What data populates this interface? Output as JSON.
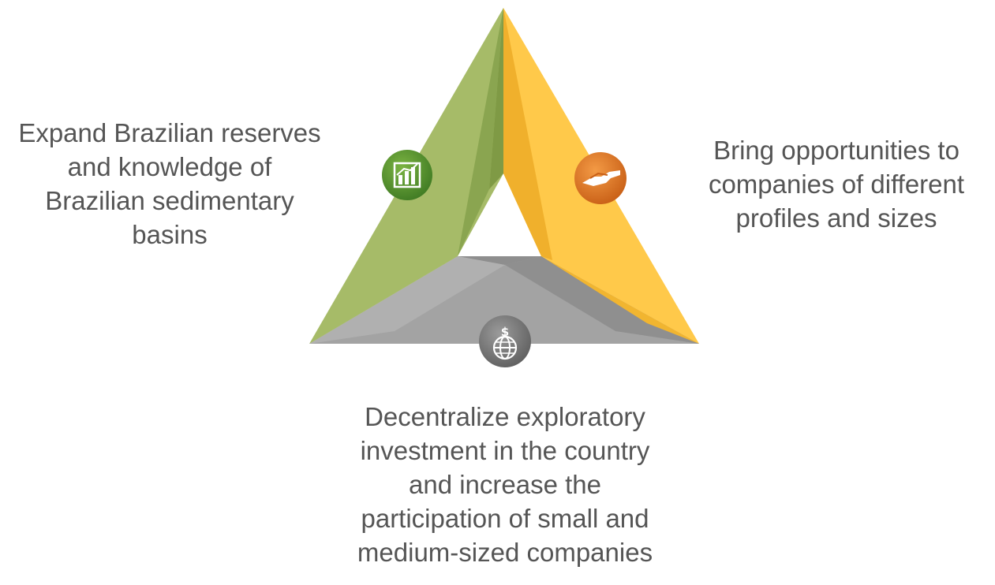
{
  "labels": {
    "left": [
      "Expand Brazilian reserves",
      "and knowledge of",
      "Brazilian sedimentary",
      "basins"
    ],
    "right": [
      "Bring opportunities to",
      "companies of different",
      "profiles and sizes"
    ],
    "bottom": [
      "Decentralize exploratory",
      "investment in the country",
      "and increase the",
      "participation of small and",
      "medium-sized companies"
    ]
  },
  "icons": {
    "left": "bar-chart-icon",
    "right": "handshake-icon",
    "bottom": "globe-dollar-icon"
  },
  "colors": {
    "green": "#9bb75f",
    "green_dark": "#5e8a2e",
    "yellow": "#ffc43c",
    "yellow_dark": "#e9a925",
    "gray": "#9a9a9a",
    "gray_dark": "#7a7a7a",
    "orange_icon": "#e07a26",
    "text": "#555555"
  }
}
